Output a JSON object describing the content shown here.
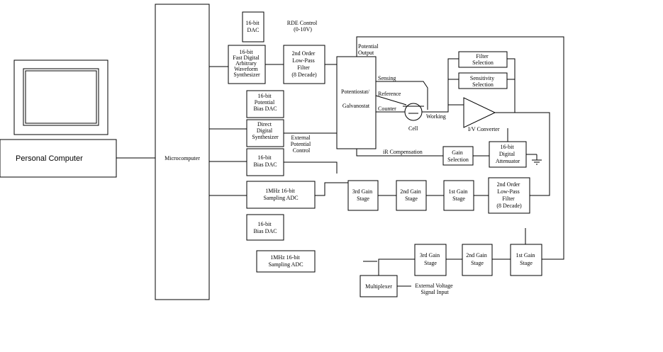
{
  "labels": {
    "personal_computer": "Personal Computer",
    "microcomputer": "Microcomputer",
    "dac_16bit": [
      "16-bit",
      "DAC"
    ],
    "rde_control": [
      "RDE Control",
      "(0-10V)"
    ],
    "awg": [
      "16-bit",
      "Fast Digital",
      "Arbitrary",
      "Waveform",
      "Synthesizer"
    ],
    "lowpass_top": [
      "2nd Order",
      "Low-Pass",
      "Filter",
      "(8 Decade)"
    ],
    "potential_output": [
      "Potential",
      "Output"
    ],
    "potentiostat": [
      "Potentiostat/",
      "Galvanostat"
    ],
    "sensing": "Sensing",
    "reference": "Reference",
    "counter": "Counter",
    "working": "Working",
    "cell": "Cell",
    "filter_selection": [
      "Filter",
      "Selection"
    ],
    "sensitivity_selection": [
      "Sensitivity",
      "Selection"
    ],
    "iv_converter": "I/V Converter",
    "potential_bias_dac": [
      "16-bit",
      "Potential",
      "Bias DAC"
    ],
    "dds": [
      "Direct",
      "Digital",
      "Synthesizer"
    ],
    "external_potential_control": [
      "External",
      "Potential",
      "Control"
    ],
    "ir_compensation": "iR Compensation",
    "gain_selection": [
      "Gain",
      "Selection"
    ],
    "digital_attenuator": [
      "16-bit",
      "Digital",
      "Attenuator"
    ],
    "bias_dac_1": [
      "16-bit",
      "Bias DAC"
    ],
    "adc_1": [
      "1MHz 16-bit",
      "Sampling ADC"
    ],
    "gain3_upper": [
      "3rd Gain",
      "Stage"
    ],
    "gain2_upper": [
      "2nd Gain",
      "Stage"
    ],
    "gain1_upper": [
      "1st Gain",
      "Stage"
    ],
    "lowpass_bottom": [
      "2nd Order",
      "Low-Pass",
      "Filter",
      "(8 Decade)"
    ],
    "bias_dac_2": [
      "16-bit",
      "Bias DAC"
    ],
    "adc_2": [
      "1MHz 16-bit",
      "Sampling ADC"
    ],
    "gain3_lower": [
      "3rd Gain",
      "Stage"
    ],
    "gain2_lower": [
      "2nd Gain",
      "Stage"
    ],
    "gain1_lower": [
      "1st Gain",
      "Stage"
    ],
    "multiplexer": "Multiplexer",
    "external_voltage": [
      "External Voltage",
      "Signal Input"
    ]
  }
}
